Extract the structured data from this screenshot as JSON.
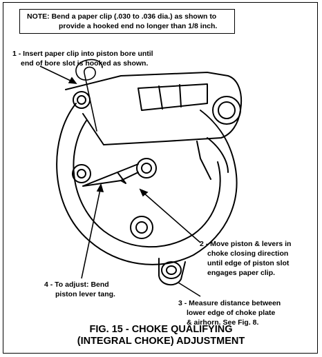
{
  "note": {
    "line1": "NOTE:  Bend a paper clip (.030 to .036 dia.) as shown to",
    "line2": "provide a hooked end no longer than 1/8 inch."
  },
  "callouts": [
    {
      "lines": [
        "1 - Insert paper clip into piston bore until",
        "end of bore slot is hooked as shown."
      ]
    },
    {
      "lines": [
        "2 - Move piston & levers in",
        "choke closing direction",
        "until edge of piston slot",
        "engages paper clip."
      ]
    },
    {
      "lines": [
        "3 - Measure distance between",
        "lower edge of choke plate",
        "& airhorn.  See Fig. 8."
      ]
    },
    {
      "lines": [
        "4 - To adjust:  Bend",
        "piston lever tang."
      ]
    }
  ],
  "caption": {
    "line1": "FIG. 15 - CHOKE QUALIFYING",
    "line2": "(INTEGRAL CHOKE) ADJUSTMENT"
  }
}
